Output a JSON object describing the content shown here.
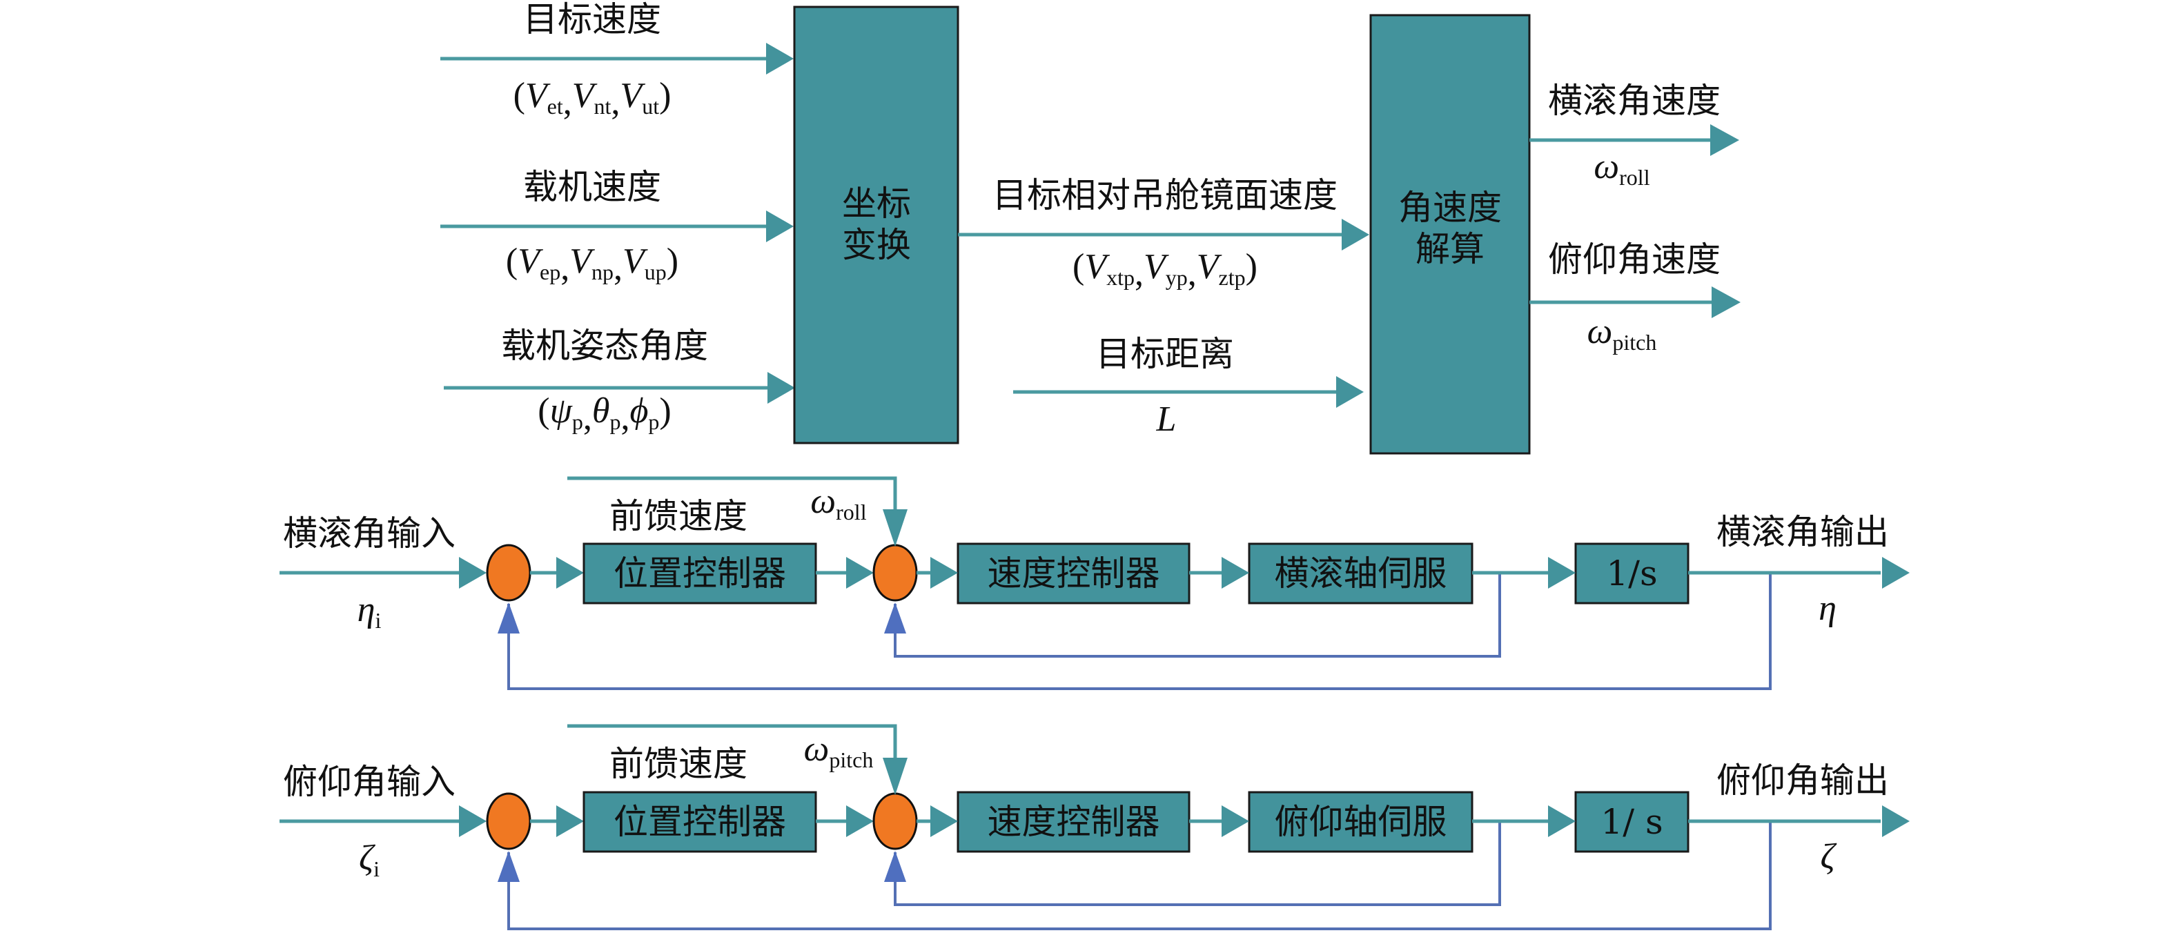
{
  "top_diagram": {
    "inputs": [
      {
        "label": "目标速度",
        "symbol": "(V_et, V_nt, V_ut)",
        "vars": [
          [
            "V",
            "et"
          ],
          [
            "V",
            "nt"
          ],
          [
            "V",
            "ut"
          ]
        ]
      },
      {
        "label": "载机速度",
        "symbol": "(V_ep, V_np, V_up)",
        "vars": [
          [
            "V",
            "ep"
          ],
          [
            "V",
            "np"
          ],
          [
            "V",
            "up"
          ]
        ]
      },
      {
        "label": "载机姿态角度",
        "symbol": "(ψ_p, θ_p, φ_p)",
        "vars": [
          [
            "ψ",
            "p"
          ],
          [
            "θ",
            "p"
          ],
          [
            "ϕ",
            "p"
          ]
        ]
      }
    ],
    "coord_block": {
      "line1": "坐标",
      "line2": "变换"
    },
    "relative_velocity": {
      "label": "目标相对吊舱镜面速度",
      "vars": [
        [
          "V",
          "xtp"
        ],
        [
          "V",
          "yp"
        ],
        [
          "V",
          "ztp"
        ]
      ]
    },
    "target_distance": {
      "label": "目标距离",
      "symbol": "L"
    },
    "rate_block": {
      "line1": "角速度",
      "line2": "解算"
    },
    "outputs": [
      {
        "label": "横滚角速度",
        "symbol": "ω",
        "sub": "roll"
      },
      {
        "label": "俯仰角速度",
        "symbol": "ω",
        "sub": "pitch"
      }
    ]
  },
  "loops": [
    {
      "input_label": "横滚角输入",
      "input_symbol": "η",
      "input_sub": "i",
      "feedforward_label": "前馈速度",
      "feedforward_symbol": "ω",
      "feedforward_sub": "roll",
      "blocks": [
        "位置控制器",
        "速度控制器",
        "横滚轴伺服",
        "1/s"
      ],
      "output_label": "横滚角输出",
      "output_symbol": "η"
    },
    {
      "input_label": "俯仰角输入",
      "input_symbol": "ζ",
      "input_sub": "i",
      "feedforward_label": "前馈速度",
      "feedforward_symbol": "ω",
      "feedforward_sub": "pitch",
      "blocks": [
        "位置控制器",
        "速度控制器",
        "俯仰轴伺服",
        "1/ s"
      ],
      "output_label": "俯仰角输出",
      "output_symbol": "ζ"
    }
  ],
  "colors": {
    "block_fill": "#43939c",
    "signal_line": "#4a9aa0",
    "feedback_line": "#5470b4",
    "summing_junction": "#f07822"
  }
}
